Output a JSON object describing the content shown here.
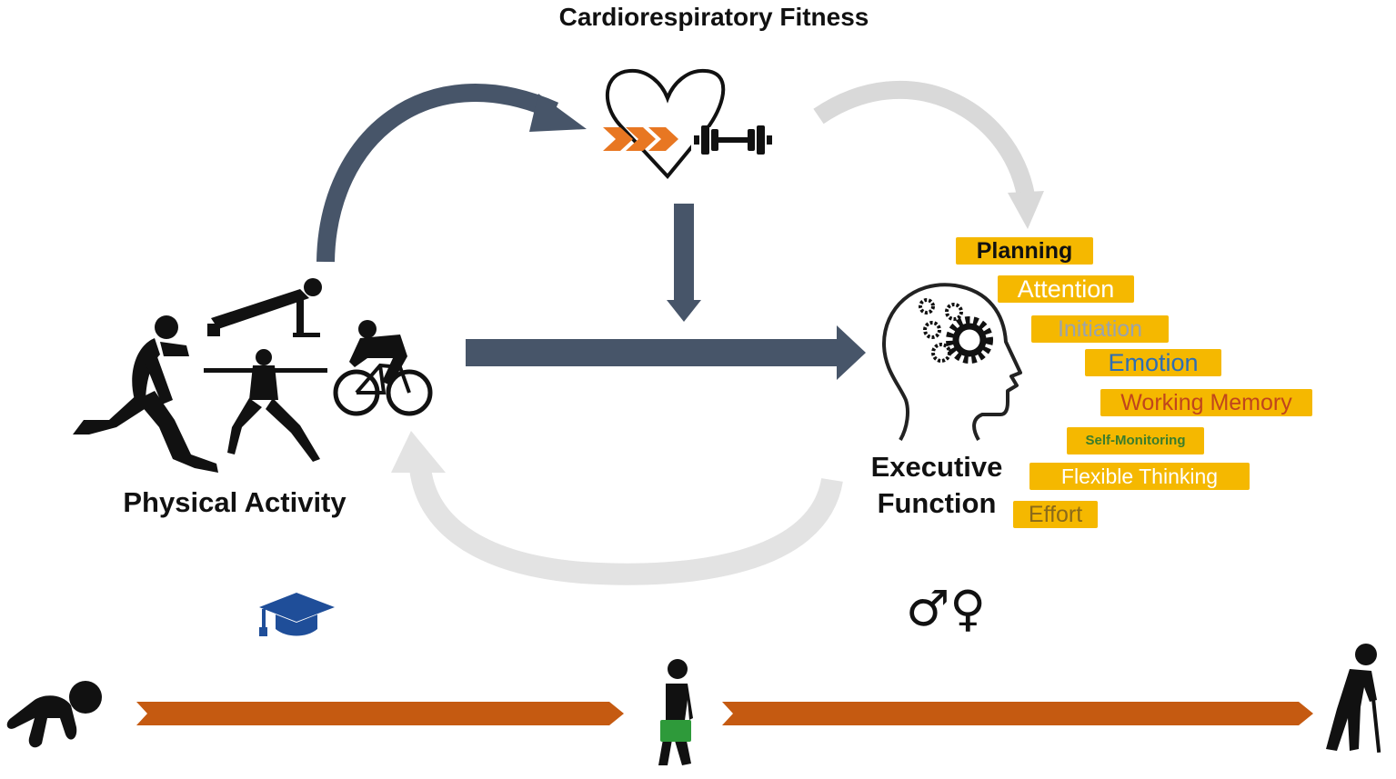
{
  "labels": {
    "fitness_title": "Cardiorespiratory Fitness",
    "physical_activity": "Physical Activity",
    "executive_line1": "Executive",
    "executive_line2": "Function"
  },
  "executive_components": [
    {
      "text": "Planning",
      "color": "#111111"
    },
    {
      "text": "Attention",
      "color": "#ffffff"
    },
    {
      "text": "Initiation",
      "color": "#9aa3ad"
    },
    {
      "text": "Emotion",
      "color": "#2e6db4"
    },
    {
      "text": "Working Memory",
      "color": "#c0451c"
    },
    {
      "text": "Self-Monitoring",
      "color": "#3a7d2c"
    },
    {
      "text": "Flexible Thinking",
      "color": "#ffffff"
    },
    {
      "text": "Effort",
      "color": "#8a6a1a"
    }
  ],
  "colors": {
    "tag_background": "#f5b800",
    "dark_arrow": "#475569",
    "light_arrow": "#d9d9d9",
    "timeline": "#c55a11",
    "chevrons": "#e87722",
    "cap": "#1f4e99",
    "bag": "#2e9a3a"
  },
  "icons": [
    "heart-icon",
    "dumbbell-icon",
    "chevrons-icon",
    "runner-icon",
    "pushup-icon",
    "yoga-icon",
    "cyclist-icon",
    "head-gears-icon",
    "graduation-cap-icon",
    "gender-icon",
    "baby-icon",
    "adult-icon",
    "elder-icon"
  ],
  "gender_symbols": "♂♀"
}
